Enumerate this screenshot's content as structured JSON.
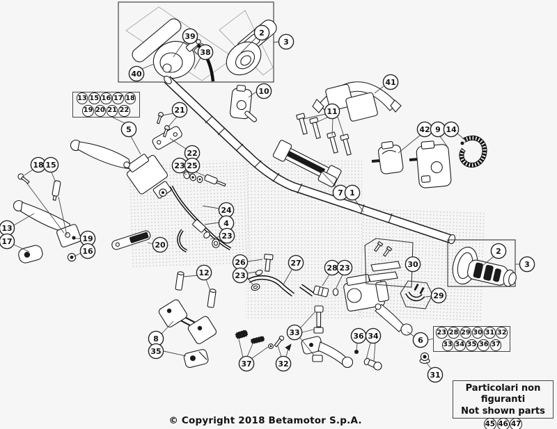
{
  "diagram": {
    "background": "#f6f6f6",
    "line_color": "#1a1a1a",
    "copyright": "© Copyright 2018 Betamotor S.p.A.",
    "not_shown": {
      "line1": "Particolari non figuranti",
      "line2": "Not shown parts",
      "rows": [
        [
          "45",
          "46",
          "47"
        ]
      ]
    },
    "group_boxes": {
      "left": {
        "rows": [
          [
            "13",
            "15",
            "16",
            "17",
            "18"
          ],
          [
            "19",
            "20",
            "21",
            "22"
          ]
        ]
      },
      "right": {
        "rows": [
          [
            "23",
            "28",
            "29",
            "30",
            "31",
            "32"
          ],
          [
            "33",
            "34",
            "35",
            "36",
            "37"
          ]
        ]
      }
    },
    "callouts": [
      [
        "39",
        273,
        52
      ],
      [
        "38",
        295,
        75
      ],
      [
        "40",
        196,
        106
      ],
      [
        "2",
        376,
        47
      ],
      [
        "3",
        411,
        60
      ],
      [
        "10",
        379,
        131
      ],
      [
        "41",
        561,
        118
      ],
      [
        "11",
        477,
        160
      ],
      [
        "42",
        610,
        186
      ],
      [
        "9",
        629,
        186
      ],
      [
        "14",
        648,
        186
      ],
      [
        "21",
        258,
        158
      ],
      [
        "5",
        185,
        186
      ],
      [
        "22",
        276,
        220
      ],
      [
        "23",
        258,
        238
      ],
      [
        "25",
        276,
        238
      ],
      [
        "7",
        489,
        277
      ],
      [
        "1",
        506,
        277
      ],
      [
        "18",
        55,
        237
      ],
      [
        "15",
        73,
        237
      ],
      [
        "13",
        10,
        328
      ],
      [
        "17",
        10,
        347
      ],
      [
        "19",
        126,
        343
      ],
      [
        "16",
        126,
        361
      ],
      [
        "20",
        230,
        352
      ],
      [
        "24",
        325,
        302
      ],
      [
        "4",
        325,
        321
      ],
      [
        "23",
        326,
        339
      ],
      [
        "26",
        345,
        377
      ],
      [
        "23",
        345,
        396
      ],
      [
        "12",
        293,
        392
      ],
      [
        "27",
        425,
        378
      ],
      [
        "28",
        477,
        385
      ],
      [
        "23",
        495,
        385
      ],
      [
        "30",
        593,
        380
      ],
      [
        "29",
        630,
        425
      ],
      [
        "2",
        716,
        361
      ],
      [
        "3",
        757,
        380
      ],
      [
        "8",
        224,
        487
      ],
      [
        "35",
        224,
        505
      ],
      [
        "33",
        423,
        478
      ],
      [
        "32",
        407,
        523
      ],
      [
        "36",
        515,
        483
      ],
      [
        "34",
        536,
        483
      ],
      [
        "37",
        354,
        523
      ],
      [
        "6",
        604,
        489
      ],
      [
        "31",
        625,
        539
      ]
    ],
    "leaders": [
      [
        265,
        59,
        249,
        82
      ],
      [
        288,
        83,
        279,
        99
      ],
      [
        204,
        99,
        221,
        92
      ],
      [
        368,
        54,
        346,
        76
      ],
      [
        393,
        61,
        400,
        60
      ],
      [
        368,
        132,
        357,
        140
      ],
      [
        551,
        124,
        538,
        134
      ],
      [
        468,
        164,
        436,
        171
      ],
      [
        470,
        169,
        452,
        177
      ],
      [
        478,
        171,
        477,
        195
      ],
      [
        485,
        168,
        494,
        196
      ],
      [
        604,
        194,
        572,
        220
      ],
      [
        632,
        196,
        644,
        213
      ],
      [
        657,
        192,
        671,
        204
      ],
      [
        249,
        163,
        233,
        166
      ],
      [
        254,
        168,
        241,
        183
      ],
      [
        188,
        196,
        202,
        222
      ],
      [
        160,
        168,
        179,
        177
      ],
      [
        267,
        214,
        244,
        199
      ],
      [
        261,
        248,
        268,
        251
      ],
      [
        281,
        247,
        296,
        254
      ],
      [
        483,
        269,
        462,
        247
      ],
      [
        510,
        287,
        522,
        305
      ],
      [
        47,
        244,
        35,
        252
      ],
      [
        36,
        260,
        92,
        335
      ],
      [
        74,
        248,
        80,
        262
      ],
      [
        84,
        283,
        96,
        338
      ],
      [
        20,
        324,
        49,
        307
      ],
      [
        20,
        352,
        42,
        362
      ],
      [
        116,
        343,
        108,
        343
      ],
      [
        116,
        364,
        106,
        369
      ],
      [
        220,
        351,
        212,
        349
      ],
      [
        315,
        300,
        291,
        296
      ],
      [
        314,
        320,
        294,
        323
      ],
      [
        316,
        340,
        302,
        344
      ],
      [
        356,
        376,
        377,
        373
      ],
      [
        355,
        393,
        369,
        391
      ],
      [
        355,
        399,
        364,
        410
      ],
      [
        284,
        396,
        263,
        398
      ],
      [
        296,
        402,
        302,
        418
      ],
      [
        419,
        388,
        407,
        409
      ],
      [
        473,
        395,
        463,
        411
      ],
      [
        492,
        395,
        483,
        414
      ],
      [
        592,
        380,
        583,
        380
      ],
      [
        620,
        426,
        611,
        427
      ],
      [
        709,
        369,
        692,
        383
      ],
      [
        740,
        380,
        746,
        380
      ],
      [
        232,
        480,
        249,
        462
      ],
      [
        235,
        505,
        267,
        512
      ],
      [
        432,
        471,
        452,
        449
      ],
      [
        434,
        478,
        450,
        474
      ],
      [
        431,
        486,
        451,
        511
      ],
      [
        404,
        513,
        399,
        497
      ],
      [
        411,
        513,
        414,
        501
      ],
      [
        513,
        493,
        512,
        504
      ],
      [
        532,
        493,
        526,
        517
      ],
      [
        539,
        493,
        537,
        519
      ],
      [
        349,
        514,
        343,
        488
      ],
      [
        355,
        513,
        364,
        492
      ],
      [
        361,
        516,
        385,
        499
      ],
      [
        595,
        484,
        585,
        477
      ],
      [
        622,
        487,
        615,
        489
      ],
      [
        620,
        531,
        612,
        521
      ]
    ]
  }
}
